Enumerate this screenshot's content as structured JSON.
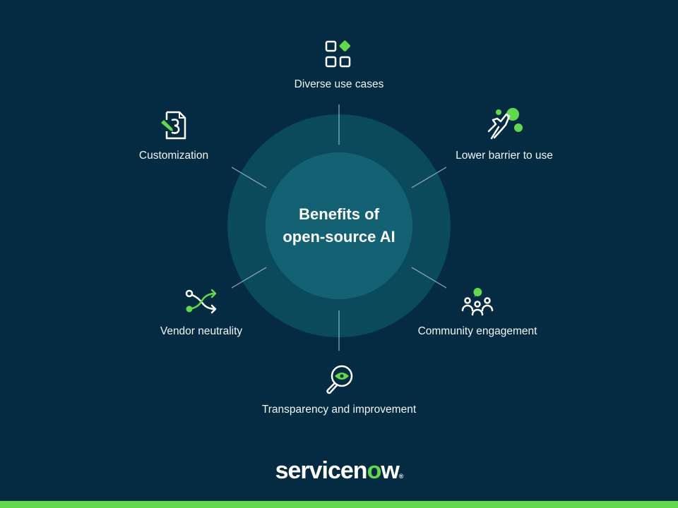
{
  "title": "Benefits of open-source AI",
  "title_lines": [
    "Benefits of",
    "open-source AI"
  ],
  "benefits": [
    {
      "label": "Diverse use cases",
      "icon": "grid-icon"
    },
    {
      "label": "Lower barrier to use",
      "icon": "hand-pointer-icon"
    },
    {
      "label": "Community engagement",
      "icon": "people-chat-icon"
    },
    {
      "label": "Transparency and improvement",
      "icon": "magnifier-eye-icon"
    },
    {
      "label": "Vendor neutrality",
      "icon": "shuffle-icon"
    },
    {
      "label": "Customization",
      "icon": "document-edit-icon"
    }
  ],
  "logo": {
    "text": "servicenow",
    "mark": "®"
  },
  "colors": {
    "background": "#042b41",
    "outer_ring": "#0b4a5c",
    "inner_circle": "#136172",
    "accent": "#62d84e"
  }
}
